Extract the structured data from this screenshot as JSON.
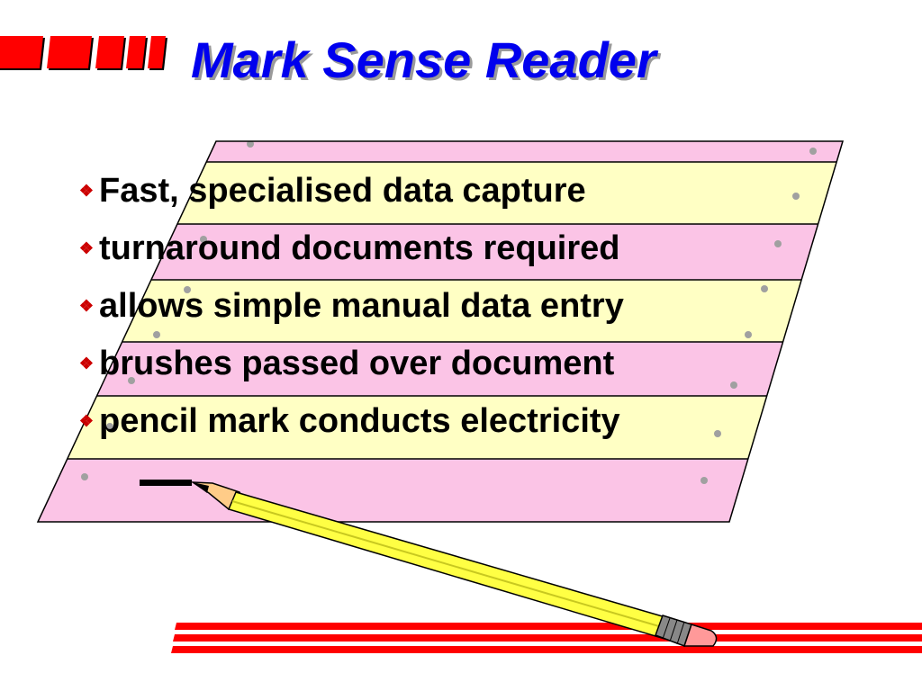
{
  "slide": {
    "title": "Mark Sense Reader",
    "bullets": [
      "Fast, specialised data capture",
      "turnaround documents required",
      "allows simple manual data entry",
      "brushes passed over document",
      "pencil mark conducts electricity"
    ],
    "bullet_icon": "diamond-bullet-icon",
    "bullet_glyph": "❖"
  },
  "colors": {
    "title": "#0000ee",
    "title_shadow": "#9a9a9a",
    "logo_red": "#ff0000",
    "band_pink": "#fbc4e6",
    "band_yellow": "#ffffc4",
    "pencil_body": "#ffff44",
    "eraser": "#ff9999",
    "decor_lines": "#ff0000"
  },
  "decor": {
    "logo_icon": "red-bars-logo-icon",
    "document_icon": "turnaround-document-icon",
    "pencil_icon": "pencil-icon",
    "lines_icon": "red-stripes-icon"
  }
}
